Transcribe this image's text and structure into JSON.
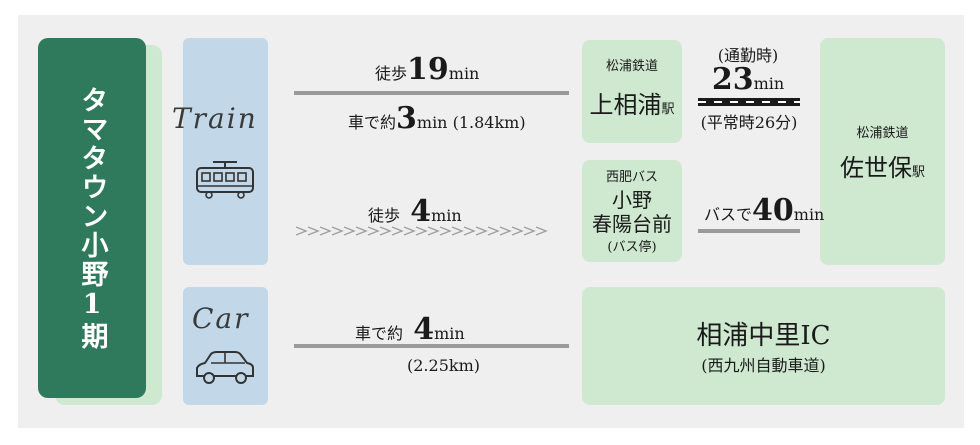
{
  "title": "タマタウン小野1期",
  "modes": {
    "train": "Train",
    "car": "Car"
  },
  "routes": {
    "walk_station": {
      "prefix": "徒歩",
      "num": "19",
      "unit": "min"
    },
    "car_station": {
      "prefix": "車で約",
      "num": "3",
      "unit": "min",
      "suffix": "(1.84km)"
    },
    "walk_bus": {
      "prefix": "徒歩",
      "num": "4",
      "unit": "min"
    },
    "car_ic": {
      "prefix": "車で約",
      "num": "4",
      "unit": "min",
      "distance": "(2.25km)"
    }
  },
  "stations": {
    "kamiaiura": {
      "line": "松浦鉄道",
      "name": "上相浦",
      "suffix": "駅"
    },
    "sasebo": {
      "line": "松浦鉄道",
      "name": "佐世保",
      "suffix": "駅"
    },
    "bus_stop": {
      "company": "西肥バス",
      "name1": "小野",
      "name2": "春陽台前",
      "note": "(バス停)"
    },
    "ic": {
      "name": "相浦中里IC",
      "road": "(西九州自動車道)"
    }
  },
  "rail": {
    "commute": "(通勤時)",
    "num": "23",
    "unit": "min",
    "normal": "(平常時26分)"
  },
  "bus": {
    "prefix": "バスで",
    "num": "40",
    "unit": "min"
  }
}
